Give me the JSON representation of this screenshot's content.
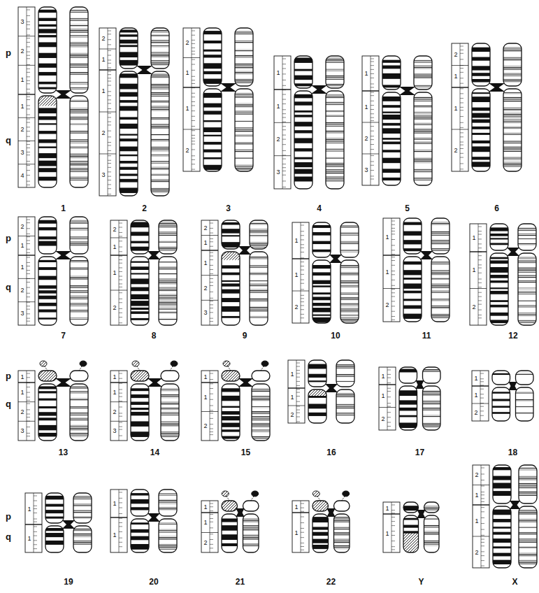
{
  "diagram": {
    "labels": [
      "p",
      "q",
      "3",
      "2",
      "1",
      "1",
      "2",
      "3",
      "4",
      "1",
      "2",
      "1",
      "1",
      "2",
      "3",
      "2",
      "2",
      "1",
      "1",
      "2",
      "3",
      "1",
      "1",
      "2",
      "3",
      "4",
      "1",
      "1",
      "2",
      "3",
      "5",
      "2",
      "1",
      "1",
      "2",
      "6",
      "p",
      "q",
      "2",
      "1",
      "1",
      "2",
      "3",
      "7",
      "2",
      "1",
      "1",
      "2",
      "8",
      "2",
      "1",
      "1",
      "2",
      "3",
      "9",
      "1",
      "1",
      "2",
      "10",
      "1",
      "1",
      "2",
      "11",
      "1",
      "1",
      "2",
      "12",
      "p",
      "q",
      "1",
      "1",
      "2",
      "3",
      "13",
      "1",
      "1",
      "2",
      "3",
      "14",
      "1",
      "1",
      "2",
      "15",
      "1",
      "1",
      "2",
      "16",
      "1",
      "1",
      "2",
      "17",
      "1",
      "1",
      "2",
      "18",
      "p",
      "q",
      "1",
      "1",
      "19",
      "1",
      "1",
      "20",
      "1",
      "1",
      "2",
      "21",
      "1",
      "1",
      "22",
      "1",
      "1",
      "Y",
      "2",
      "1",
      "1",
      "2",
      "X"
    ]
  }
}
